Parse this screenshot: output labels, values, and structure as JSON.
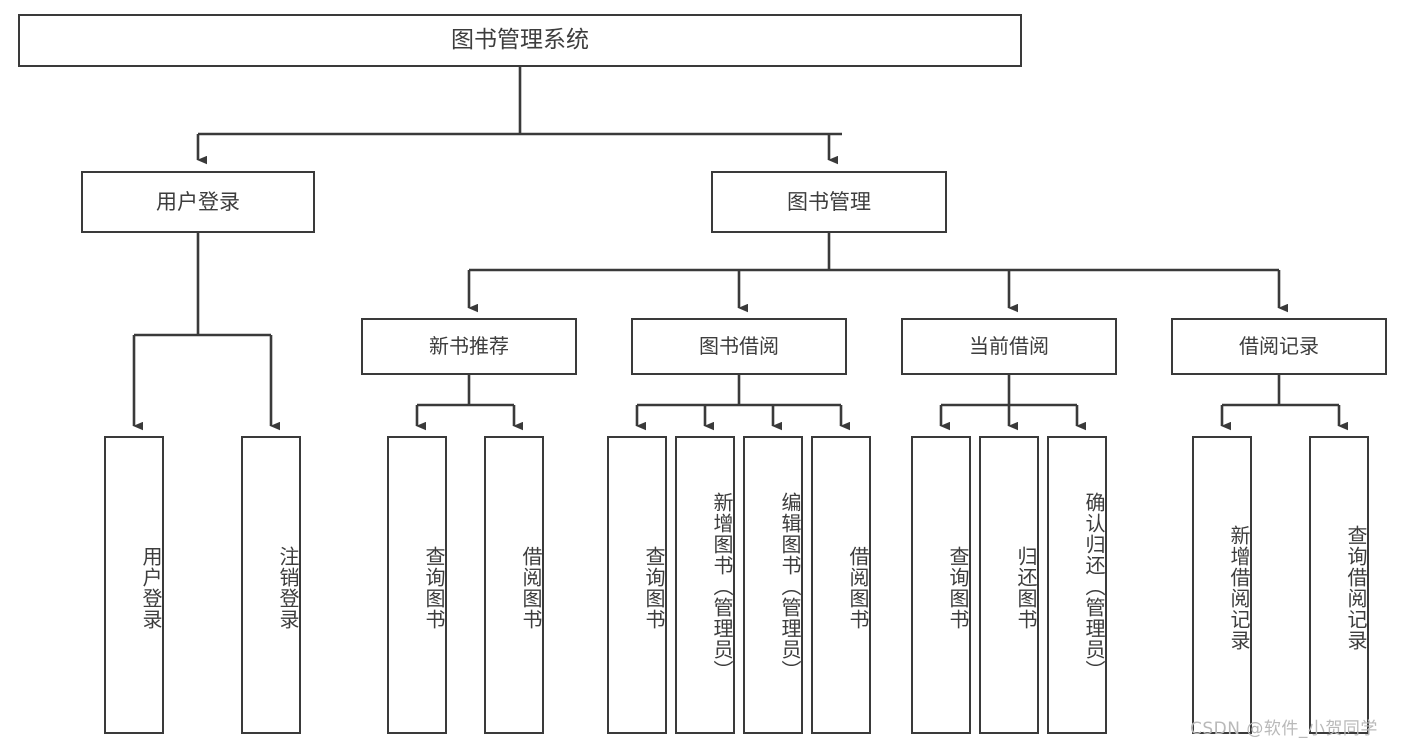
{
  "diagram": {
    "title": "图书管理系统",
    "type": "tree-hierarchy-diagram",
    "watermark": "CSDN @软件_小贺同学",
    "colors": {
      "background": "#ffffff",
      "box_border": "#3a3a3a",
      "box_fill": "#ffffff",
      "text": "#3d3d3d",
      "connector": "#3a3a3a",
      "watermark": "#b9b9b9"
    },
    "levels": {
      "root": {
        "label": "图书管理系统"
      },
      "level1": [
        {
          "id": "user-login",
          "label": "用户登录"
        },
        {
          "id": "book-management",
          "label": "图书管理"
        }
      ],
      "level2": [
        {
          "id": "new-book-recommend",
          "label": "新书推荐"
        },
        {
          "id": "book-borrow",
          "label": "图书借阅"
        },
        {
          "id": "current-borrow",
          "label": "当前借阅"
        },
        {
          "id": "borrow-record",
          "label": "借阅记录"
        }
      ],
      "leaves": [
        {
          "id": "leaf-user-login",
          "label": "用户登录",
          "parent": "user-login"
        },
        {
          "id": "leaf-logout-login",
          "label": "注销登录",
          "parent": "user-login"
        },
        {
          "id": "leaf-query-book-1",
          "label": "查询图书",
          "parent": "new-book-recommend"
        },
        {
          "id": "leaf-borrow-book-1",
          "label": "借阅图书",
          "parent": "new-book-recommend"
        },
        {
          "id": "leaf-query-book-2",
          "label": "查询图书",
          "parent": "book-borrow"
        },
        {
          "id": "leaf-add-book",
          "label": "新增图书（管理员）",
          "parent": "book-borrow"
        },
        {
          "id": "leaf-edit-book",
          "label": "编辑图书（管理员）",
          "parent": "book-borrow"
        },
        {
          "id": "leaf-borrow-book-2",
          "label": "借阅图书",
          "parent": "book-borrow"
        },
        {
          "id": "leaf-query-book-3",
          "label": "查询图书",
          "parent": "current-borrow"
        },
        {
          "id": "leaf-return-book",
          "label": "归还图书",
          "parent": "current-borrow"
        },
        {
          "id": "leaf-confirm-return",
          "label": "确认归还（管理员）",
          "parent": "current-borrow"
        },
        {
          "id": "leaf-add-record",
          "label": "新增借阅记录",
          "parent": "borrow-record"
        },
        {
          "id": "leaf-query-record",
          "label": "查询借阅记录",
          "parent": "borrow-record"
        }
      ]
    }
  }
}
